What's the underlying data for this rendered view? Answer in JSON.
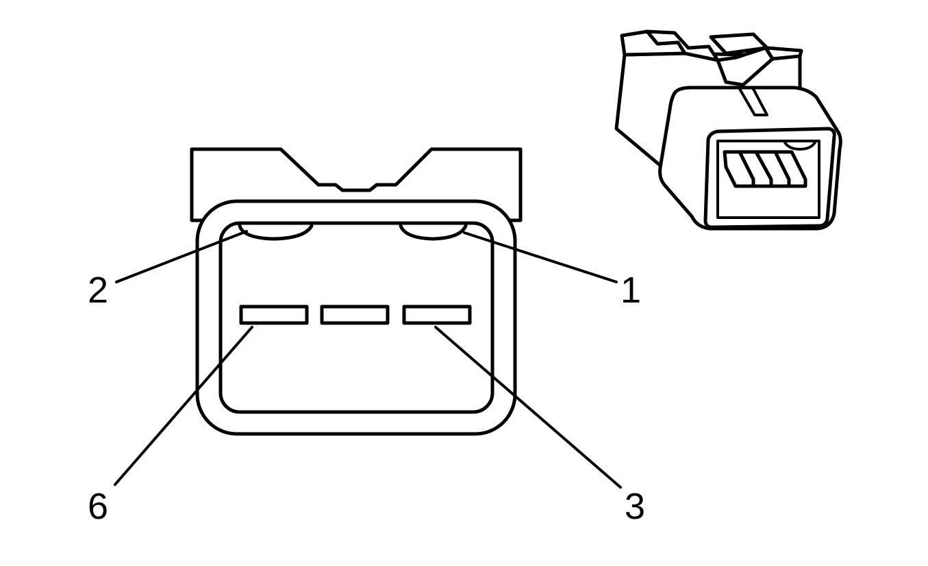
{
  "diagram": {
    "labels": {
      "pin_2": "2",
      "pin_1": "1",
      "pin_6": "6",
      "pin_3": "3"
    },
    "colors": {
      "line": "#000000",
      "background": "#ffffff"
    }
  }
}
